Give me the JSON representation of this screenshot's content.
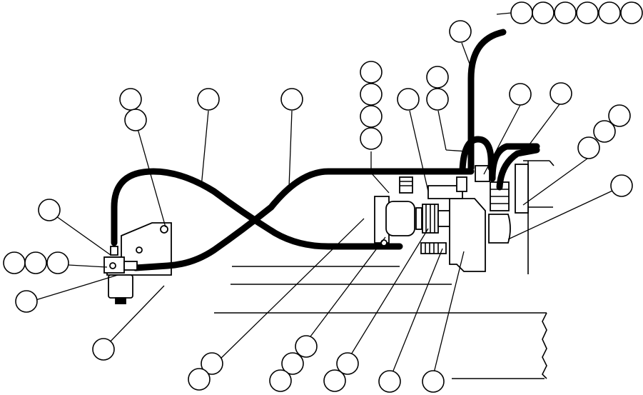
{
  "figure": {
    "background": "#ffffff",
    "line_color": "#000000"
  },
  "callouts": [
    {
      "id": "c1"
    },
    {
      "id": "c2"
    },
    {
      "id": "c3"
    },
    {
      "id": "c4"
    },
    {
      "id": "c5"
    },
    {
      "id": "c6"
    },
    {
      "id": "c7"
    },
    {
      "id": "c8"
    },
    {
      "id": "c9"
    },
    {
      "id": "c10"
    },
    {
      "id": "c11"
    },
    {
      "id": "c12"
    },
    {
      "id": "c13"
    },
    {
      "id": "c14"
    },
    {
      "id": "c15"
    },
    {
      "id": "c16"
    },
    {
      "id": "c17"
    },
    {
      "id": "c18"
    },
    {
      "id": "c19"
    },
    {
      "id": "c20"
    },
    {
      "id": "c21"
    },
    {
      "id": "c22"
    },
    {
      "id": "c23"
    },
    {
      "id": "c24"
    },
    {
      "id": "c25"
    },
    {
      "id": "c26"
    },
    {
      "id": "c27"
    },
    {
      "id": "c28"
    },
    {
      "id": "c29"
    },
    {
      "id": "c30"
    },
    {
      "id": "c31"
    },
    {
      "id": "c32"
    },
    {
      "id": "c33"
    },
    {
      "id": "c34"
    },
    {
      "id": "c35"
    },
    {
      "id": "c36"
    },
    {
      "id": "c37"
    }
  ]
}
